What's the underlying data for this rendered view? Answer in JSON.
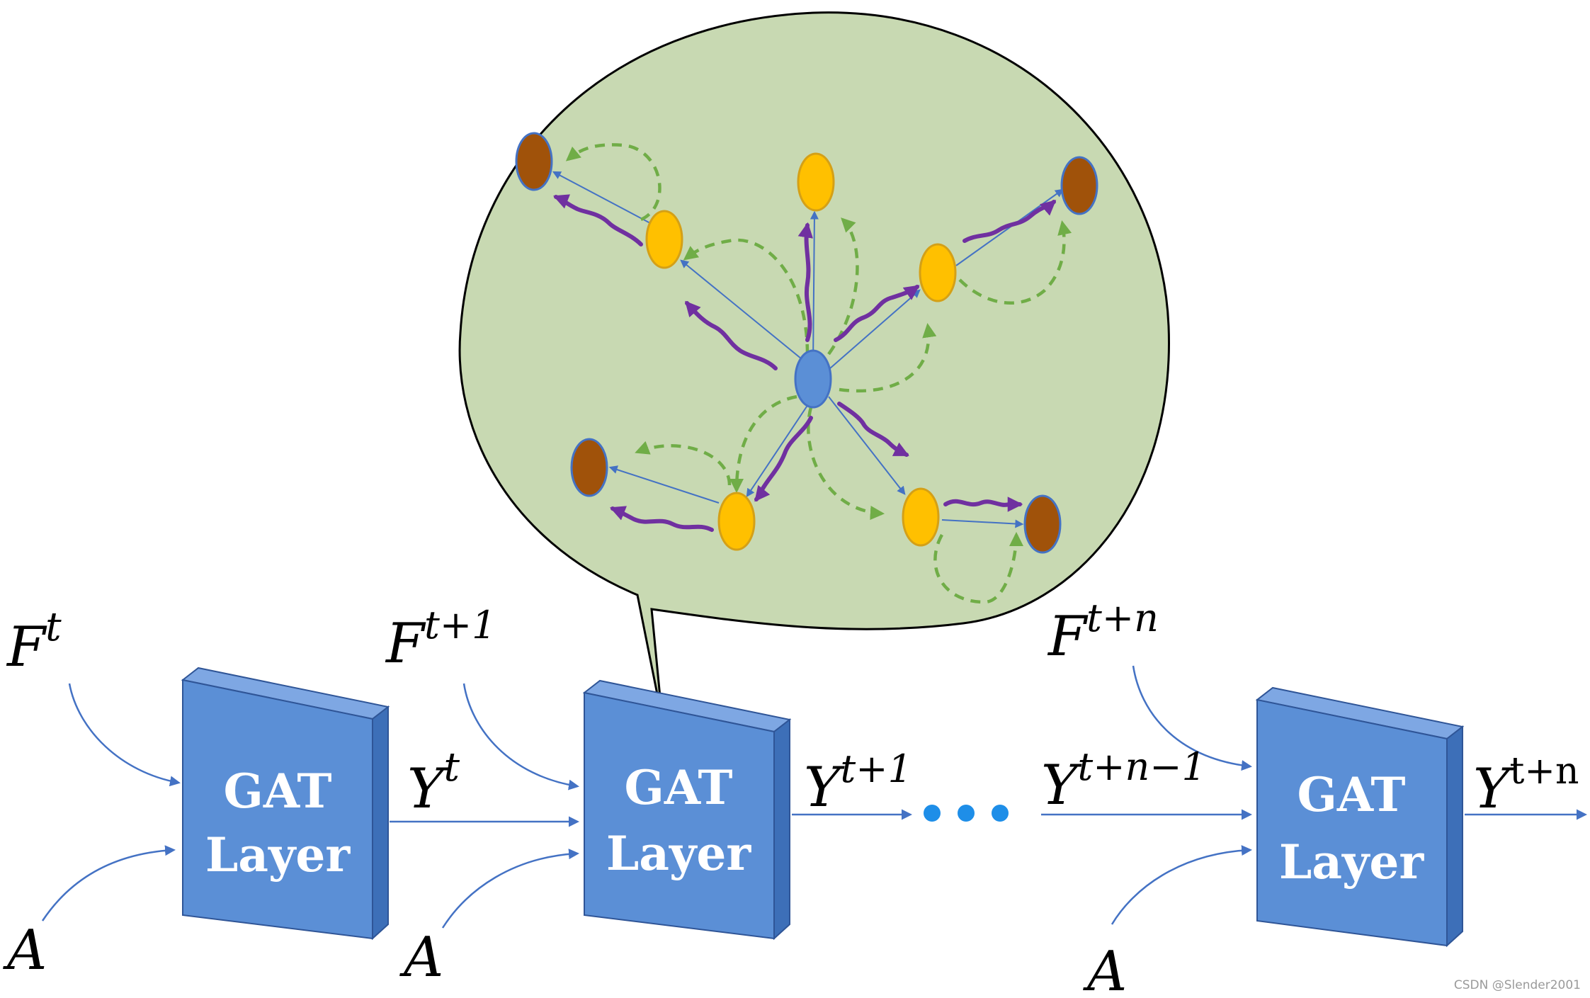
{
  "diagram": {
    "layer_label_line1": "GAT",
    "layer_label_line2": "Layer",
    "inputs": {
      "f_t": {
        "base": "F",
        "sup": "t"
      },
      "f_t1": {
        "base": "F",
        "sup": "t+1"
      },
      "f_tn": {
        "base": "F",
        "sup": "t+n"
      },
      "adj": "A"
    },
    "outputs": {
      "y_t": {
        "base": "Y",
        "sup": "t"
      },
      "y_t1": {
        "base": "Y",
        "sup": "t+1"
      },
      "y_tn1": {
        "base": "Y",
        "sup": "t+n−1"
      },
      "y_tn": {
        "base": "Y",
        "sup": "t+n"
      }
    },
    "watermark": "CSDN @Slender2001"
  },
  "colors": {
    "block_front": "#5b8fd6",
    "block_top": "#7ea7e3",
    "block_side": "#3d6fb8",
    "bubble_fill": "#c8d9b2",
    "arrow_blue": "#4472c4",
    "center_node": "#5b8fd6",
    "neighbor_node": "#ffc000",
    "outer_node": "#a0520a",
    "attention_dashed": "#70ad47",
    "message_wavy": "#7030a0",
    "ellipsis_dots": "#1e8ee8"
  }
}
